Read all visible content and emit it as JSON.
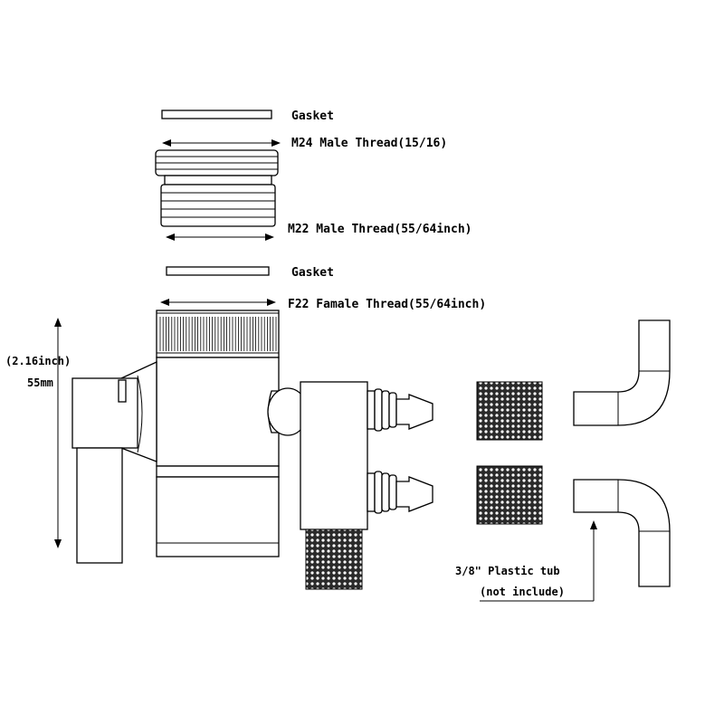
{
  "labels": {
    "gasket_top": "Gasket",
    "m24_thread": "M24 Male Thread(15/16)",
    "m22_thread": "M22 Male Thread(55/64inch)",
    "gasket_bottom": "Gasket",
    "f22_thread": "F22 Famale Thread(55/64inch)",
    "height_inch": "(2.16inch)",
    "height_mm": "55mm",
    "plastic_tube": "3/8\" Plastic tub",
    "not_included": "(not include)"
  }
}
